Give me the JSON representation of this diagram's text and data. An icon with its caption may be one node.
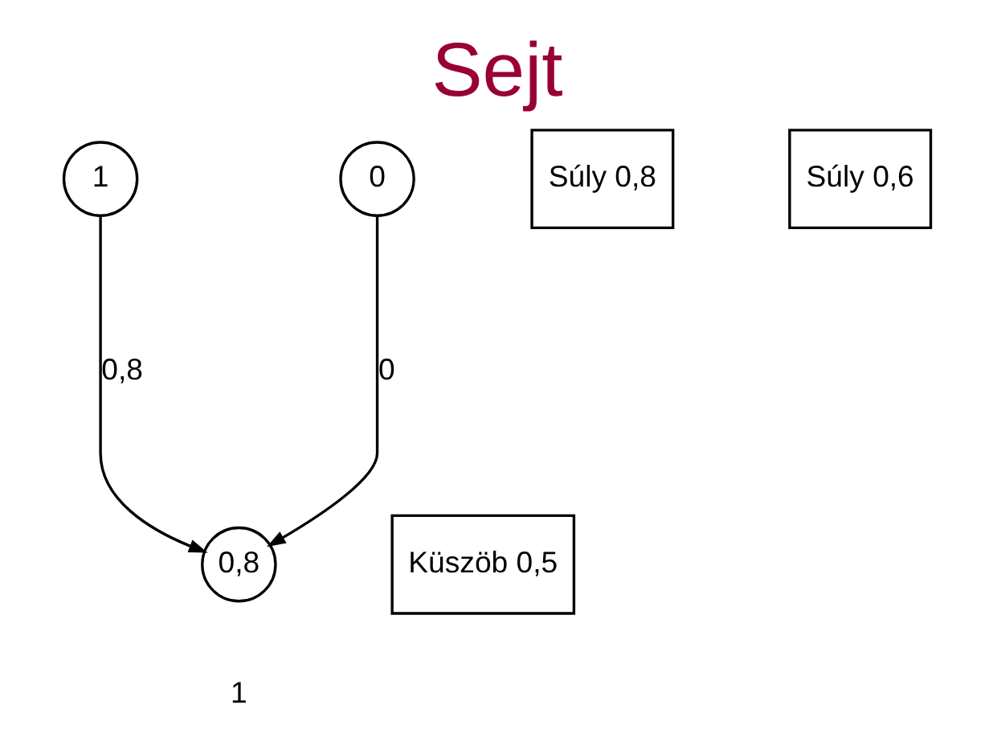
{
  "diagram": {
    "title": "Sejt",
    "nodes": [
      {
        "text": [
          "1"
        ]
      },
      {
        "text": [
          "0"
        ]
      },
      {
        "text": [
          "Súly 0,8"
        ]
      },
      {
        "text": [
          "Súly 0,6"
        ]
      },
      {
        "text": [
          "0,8"
        ],
        "beside": [
          "1"
        ]
      },
      {
        "text": [
          "Küszöb 0,5"
        ]
      }
    ],
    "edges": [
      {
        "from": 0,
        "to": 4,
        "arrow": "to",
        "label": "0,8"
      },
      {
        "from": 1,
        "to": 4,
        "arrow": "to",
        "label": "0"
      }
    ]
  }
}
